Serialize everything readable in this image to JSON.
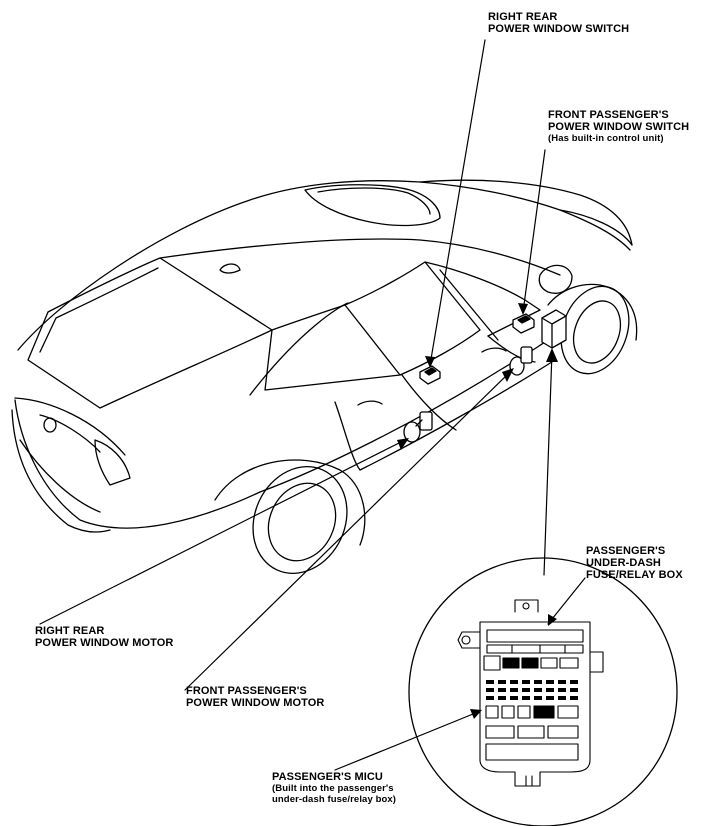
{
  "callouts": {
    "right_rear_switch": {
      "line1": "RIGHT REAR",
      "line2": "POWER WINDOW SWITCH"
    },
    "front_passenger_switch": {
      "line1": "FRONT PASSENGER'S",
      "line2": "POWER WINDOW SWITCH",
      "note": "(Has built-in control unit)"
    },
    "fuse_box": {
      "line1": "PASSENGER'S",
      "line2": "UNDER-DASH",
      "line3": "FUSE/RELAY BOX"
    },
    "right_rear_motor": {
      "line1": "RIGHT REAR",
      "line2": "POWER WINDOW MOTOR"
    },
    "front_passenger_motor": {
      "line1": "FRONT PASSENGER'S",
      "line2": "POWER WINDOW MOTOR"
    },
    "micu": {
      "line1": "PASSENGER'S MICU",
      "line2": "(Built into the passenger's",
      "line3": "under-dash fuse/relay box)"
    }
  }
}
